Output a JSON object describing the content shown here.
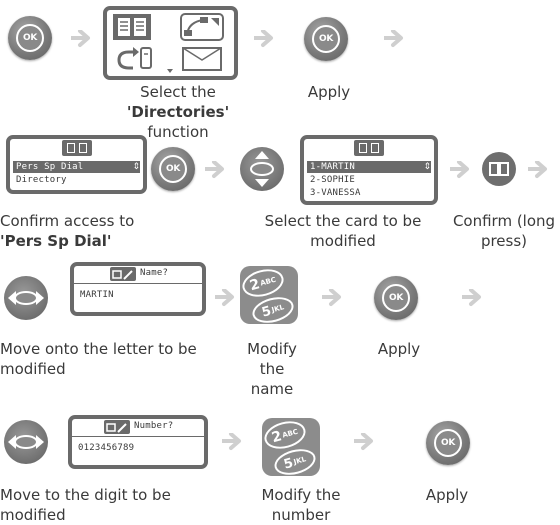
{
  "colors": {
    "arrow": "#cfcfcf",
    "button": "#7a7a7a",
    "screen_frame": "#6a6a6a",
    "text": "#3a3a3a"
  },
  "ok_label": "OK",
  "row1": {
    "caption1_line1": "Select the",
    "caption1_bold": "'Directories'",
    "caption1_rest": "function",
    "caption2": "Apply"
  },
  "row2": {
    "screen1": {
      "items": [
        "Pers Sp Dial",
        "Directory"
      ],
      "selected_index": 0
    },
    "screen2": {
      "items": [
        "1-MARTIN",
        "2-SOPHIE",
        "3-VANESSA"
      ],
      "selected_index": 0
    },
    "caption1_line1": "Confirm access to",
    "caption1_bold": "'Pers Sp Dial'",
    "caption2_line1": "Select the card to be",
    "caption2_line2": "modified",
    "caption3_line1": "Confirm (long",
    "caption3_line2": "press)"
  },
  "row3": {
    "screen": {
      "title": "Name?",
      "value": "MARTIN"
    },
    "caption1_line1": "Move onto the letter to be",
    "caption1_line2": "modified",
    "caption2_line1": "Modify",
    "caption2_line2": "the",
    "caption2_line3": "name",
    "caption3": "Apply"
  },
  "row4": {
    "screen": {
      "title": "Number?",
      "value": "0123456789"
    },
    "caption1_line1": "Move to the digit to be",
    "caption1_line2": "modified",
    "caption2_line1": "Modify the",
    "caption2_line2": "number",
    "caption3": "Apply"
  },
  "keypad": {
    "key1_digit": "2",
    "key1_letters": "ABC",
    "key2_digit": "5",
    "key2_letters": "JKL"
  },
  "up_down_glyph": "⇕"
}
